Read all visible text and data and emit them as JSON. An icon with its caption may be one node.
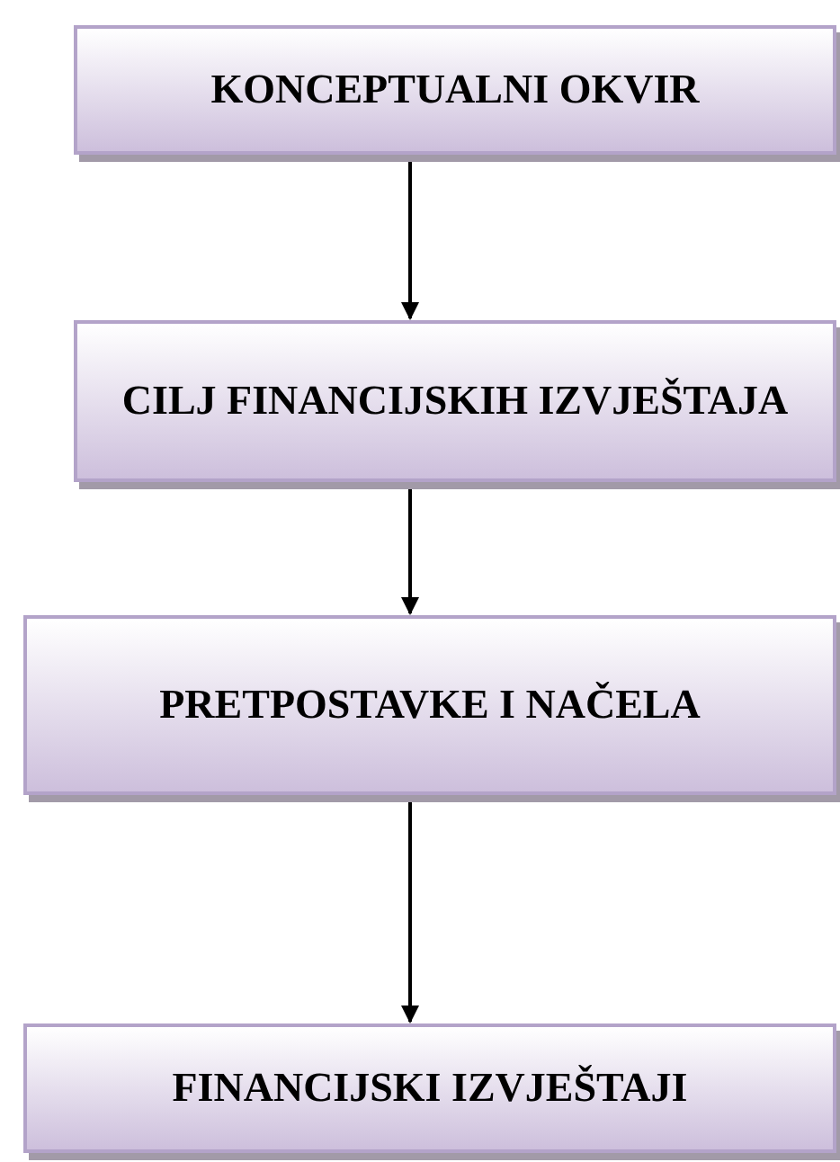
{
  "diagram": {
    "nodes": [
      {
        "text": [
          "KONCEPTUALNI OKVIR"
        ]
      },
      {
        "text": [
          "CILJ FINANCIJSKIH IZVJEŠTAJA"
        ]
      },
      {
        "text": [
          "PRETPOSTAVKE I NAČELA"
        ]
      },
      {
        "text": [
          "FINANCIJSKI IZVJEŠTAJI"
        ]
      }
    ],
    "edges": [
      {
        "from": 0,
        "to": 1,
        "arrow": "to"
      },
      {
        "from": 1,
        "to": 2,
        "arrow": "to"
      },
      {
        "from": 2,
        "to": 3,
        "arrow": "to"
      }
    ]
  }
}
